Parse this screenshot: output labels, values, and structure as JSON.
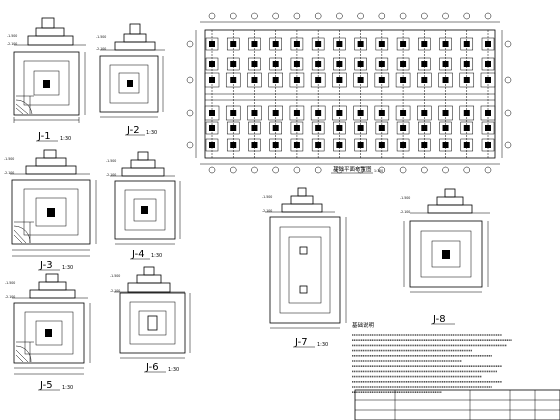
{
  "footings": [
    {
      "id": "J-1",
      "label": "J-1",
      "scale": "1:30"
    },
    {
      "id": "J-2",
      "label": "J-2",
      "scale": "1:30"
    },
    {
      "id": "J-3",
      "label": "J-3",
      "scale": "1:30"
    },
    {
      "id": "J-4",
      "label": "J-4",
      "scale": "1:30"
    },
    {
      "id": "J-5",
      "label": "J-5",
      "scale": "1:30"
    },
    {
      "id": "J-6",
      "label": "J-6",
      "scale": "1:30"
    },
    {
      "id": "J-7",
      "label": "J-7",
      "scale": "1:30"
    },
    {
      "id": "J-8",
      "label": "J-8",
      "scale": ""
    }
  ],
  "plan": {
    "title": "基础平面布置图",
    "scale": "1:100"
  },
  "notes": {
    "title": "基础说明"
  }
}
